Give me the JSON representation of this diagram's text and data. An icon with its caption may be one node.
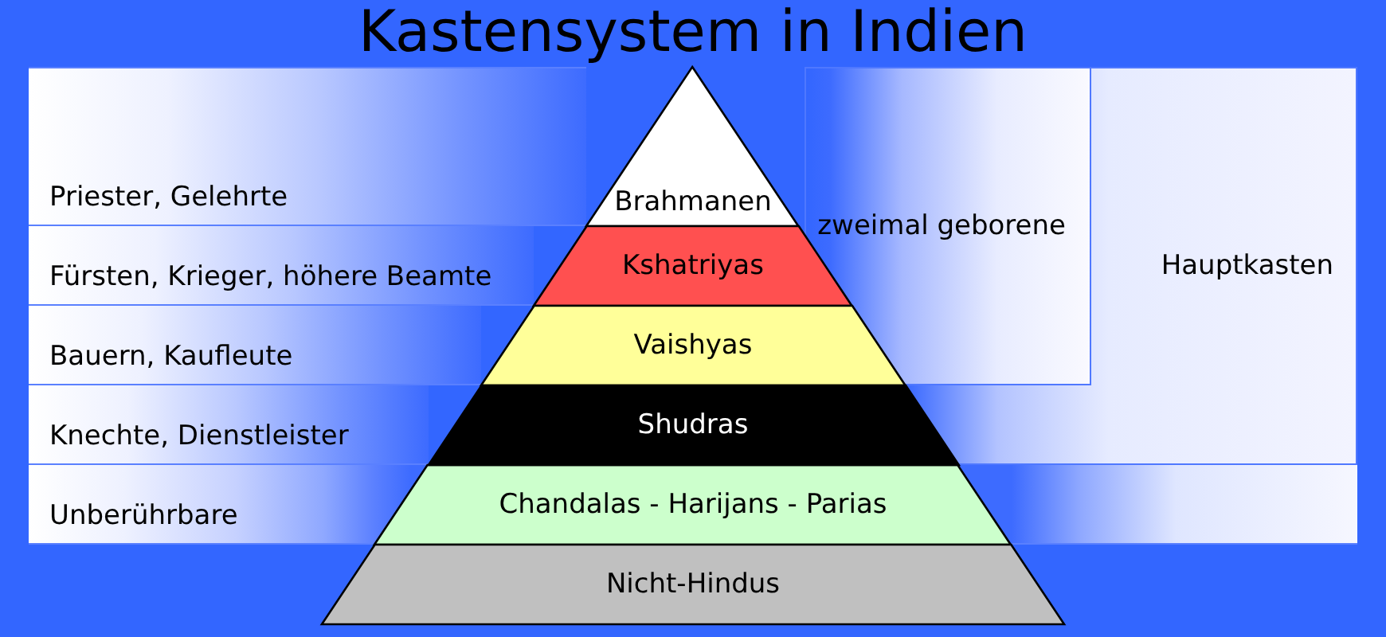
{
  "diagram": {
    "title": "Kastensystem in Indien",
    "nodes": [
      {
        "text": [
          "Priester, Gelehrte"
        ]
      },
      {
        "text": [
          "Brahmanen"
        ]
      },
      {
        "text": [
          "Hauptkasten"
        ]
      },
      {
        "text": [
          "zweimal geborene"
        ],
        "in": 2
      },
      {
        "text": [
          "Fürsten, Krieger, höhere Beamte"
        ]
      },
      {
        "text": [
          "Kshatriyas"
        ]
      },
      {
        "text": [
          "Bauern, Kaufleute"
        ]
      },
      {
        "text": [
          "Vaishyas"
        ]
      },
      {
        "text": [
          "Knechte, Dienstleister"
        ]
      },
      {
        "text": [
          "Shudras"
        ]
      },
      {
        "text": [
          "Unberührbare"
        ]
      },
      {
        "text": [
          "Chandalas - Harijans - Parias"
        ],
        "in": 10
      },
      {
        "text": [
          "Nicht-Hindus"
        ]
      }
    ]
  }
}
